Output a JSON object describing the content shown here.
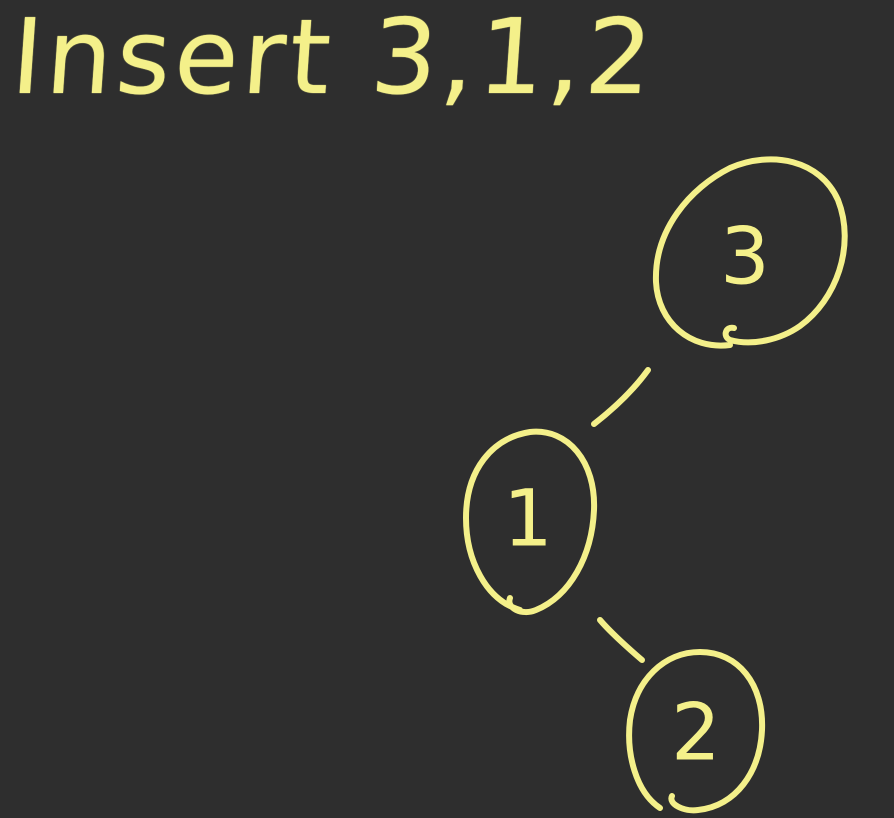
{
  "title": "Insert 3,1,2",
  "colors": {
    "background": "#2e2e2e",
    "ink": "#f4f08a"
  },
  "tree": {
    "nodes": [
      {
        "id": "n3",
        "label": "3"
      },
      {
        "id": "n1",
        "label": "1"
      },
      {
        "id": "n2",
        "label": "2"
      }
    ],
    "edges": [
      {
        "from": "n3",
        "to": "n1",
        "side": "left"
      },
      {
        "from": "n1",
        "to": "n2",
        "side": "right"
      }
    ]
  }
}
